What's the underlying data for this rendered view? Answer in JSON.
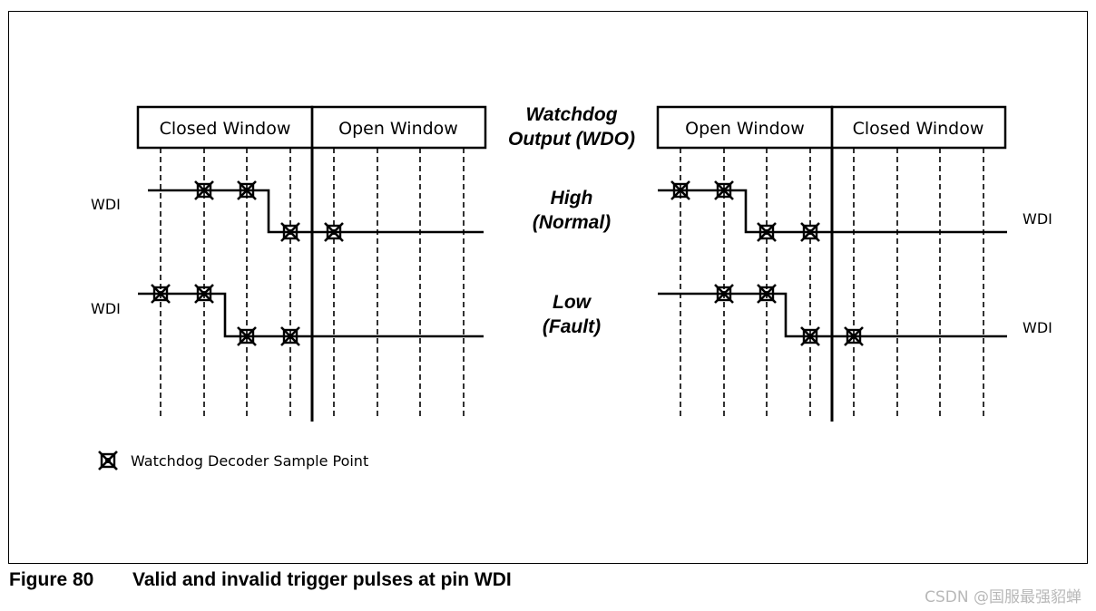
{
  "diagram": {
    "left_header": {
      "window_1": "Closed Window",
      "window_2": "Open Window"
    },
    "right_header": {
      "window_1": "Open Window",
      "window_2": "Closed Window"
    },
    "center_title": [
      "Watchdog",
      "Output (WDO)"
    ],
    "row_high_label": [
      "High",
      "(Normal)"
    ],
    "row_low_label": [
      "Low",
      "(Fault)"
    ],
    "wdi_label": "WDI",
    "legend_label": "Watchdog Decoder Sample Point",
    "line_color": "#000000"
  },
  "caption": {
    "number": "Figure 80",
    "text": "Valid and invalid trigger pulses at pin WDI"
  },
  "watermark": "CSDN @国服最强貂蝉"
}
